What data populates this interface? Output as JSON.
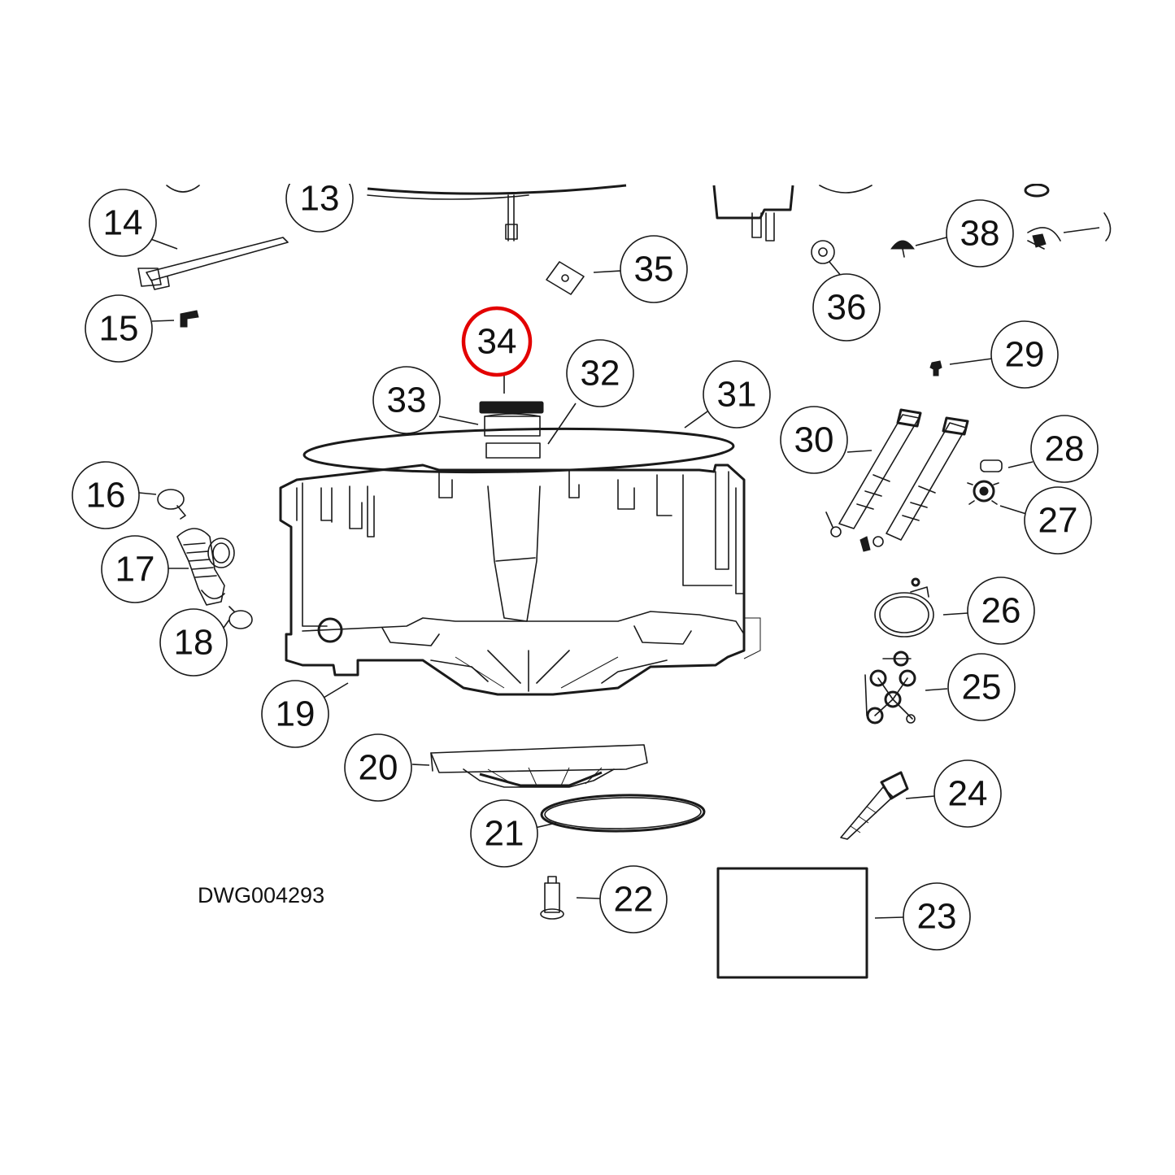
{
  "drawing_number": "DWG004293",
  "highlight_color": "#e30000",
  "callouts": [
    {
      "id": "13",
      "label": "13",
      "highlighted": false
    },
    {
      "id": "14",
      "label": "14",
      "highlighted": false
    },
    {
      "id": "15",
      "label": "15",
      "highlighted": false
    },
    {
      "id": "16",
      "label": "16",
      "highlighted": false
    },
    {
      "id": "17",
      "label": "17",
      "highlighted": false
    },
    {
      "id": "18",
      "label": "18",
      "highlighted": false
    },
    {
      "id": "19",
      "label": "19",
      "highlighted": false
    },
    {
      "id": "20",
      "label": "20",
      "highlighted": false
    },
    {
      "id": "21",
      "label": "21",
      "highlighted": false
    },
    {
      "id": "22",
      "label": "22",
      "highlighted": false
    },
    {
      "id": "23",
      "label": "23",
      "highlighted": false
    },
    {
      "id": "24",
      "label": "24",
      "highlighted": false
    },
    {
      "id": "25",
      "label": "25",
      "highlighted": false
    },
    {
      "id": "26",
      "label": "26",
      "highlighted": false
    },
    {
      "id": "27",
      "label": "27",
      "highlighted": false
    },
    {
      "id": "28",
      "label": "28",
      "highlighted": false
    },
    {
      "id": "29",
      "label": "29",
      "highlighted": false
    },
    {
      "id": "30",
      "label": "30",
      "highlighted": false
    },
    {
      "id": "31",
      "label": "31",
      "highlighted": false
    },
    {
      "id": "32",
      "label": "32",
      "highlighted": false
    },
    {
      "id": "33",
      "label": "33",
      "highlighted": false
    },
    {
      "id": "34",
      "label": "34",
      "highlighted": true
    },
    {
      "id": "35",
      "label": "35",
      "highlighted": false
    },
    {
      "id": "36",
      "label": "36",
      "highlighted": false
    },
    {
      "id": "38",
      "label": "38",
      "highlighted": false
    }
  ]
}
